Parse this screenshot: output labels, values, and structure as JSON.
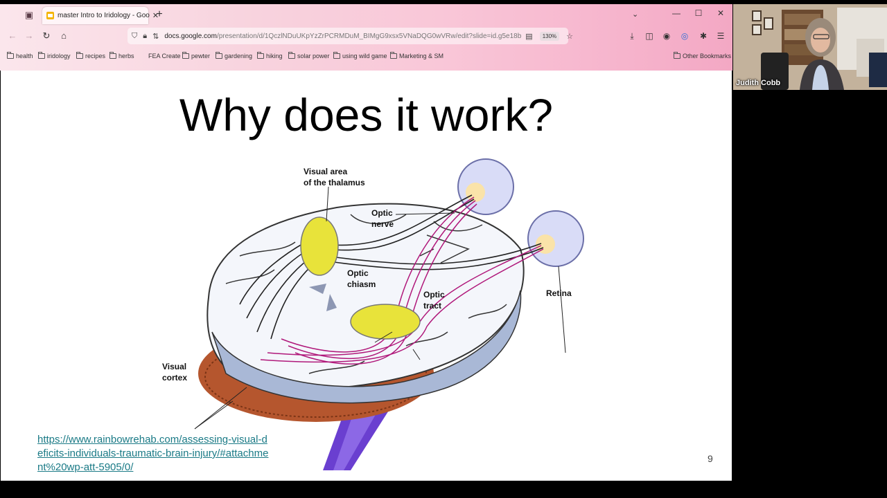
{
  "browser": {
    "tab_title": "master Intro to Iridology - Goo",
    "url_domain": "docs.google.com",
    "url_path": "/presentation/d/1QczlNDuUKpYzZrPCRMDuM_BIMgG9xsx5VNaDQG0wVRw/edit?slide=id.g5e18b",
    "zoom": "130%",
    "bookmarks": [
      "health",
      "iridology",
      "recipes",
      "herbs",
      "FEA Create",
      "pewter",
      "gardening",
      "hiking",
      "solar power",
      "using wild game",
      "Marketing & SM"
    ],
    "other_bookmarks": "Other Bookmarks"
  },
  "slide": {
    "title": "Why does it work?",
    "link": "https://www.rainbowrehab.com/assessing-visual-deficits-individuals-traumatic-brain-injury/#attachment%20wp-att-5905/0/",
    "page_number": "9",
    "diagram_labels": {
      "thalamus_1": "Visual area",
      "thalamus_2": "of the thalamus",
      "optic_nerve_1": "Optic",
      "optic_nerve_2": "nerve",
      "optic_chiasm_1": "Optic",
      "optic_chiasm_2": "chiasm",
      "optic_tract_1": "Optic",
      "optic_tract_2": "tract",
      "retina": "Retina",
      "visual_cortex_1": "Visual",
      "visual_cortex_2": "cortex"
    }
  },
  "webcam": {
    "participant_name": "Judith Cobb"
  },
  "colors": {
    "link": "#1a7a86",
    "thalamus_yellow": "#e8e33a",
    "optic_tract_magenta": "#b0187a",
    "brain_stem_purple": "#6a3fd0"
  }
}
